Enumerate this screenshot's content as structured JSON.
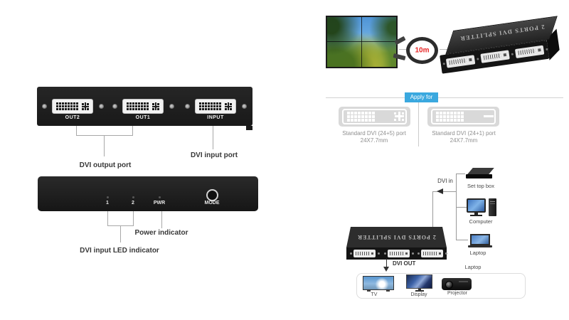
{
  "colors": {
    "accent_blue": "#3aa8df",
    "device_black": "#1e1e1e",
    "cable_red": "#e82323"
  },
  "rear_panel": {
    "ports": [
      {
        "label": "OUT2"
      },
      {
        "label": "OUT1"
      },
      {
        "label": "INPUT"
      }
    ],
    "output_annotation": "DVI output port",
    "input_annotation": "DVI input port"
  },
  "front_panel": {
    "leds": [
      {
        "label": "1"
      },
      {
        "label": "2"
      },
      {
        "label": "PWR"
      }
    ],
    "mode_button": "MODE",
    "led_annotation": "DVI input LED indicator",
    "power_annotation": "Power indicator"
  },
  "hero": {
    "cable_length": "10m",
    "device_name": "2 PORTS DVI SPLITTER"
  },
  "apply": {
    "badge": "Apply for",
    "cards": [
      {
        "title": "Standard DVI (24+5) port",
        "size": "24X7.7mm"
      },
      {
        "title": "Standard DVI (24+1) port",
        "size": "24X7.7mm"
      }
    ]
  },
  "diagram": {
    "device_name": "2 PORTS DVI SPLITTER",
    "dvi_in": "DVI in",
    "dvi_out": "DVI OUT",
    "sources": [
      {
        "label": "Set top box"
      },
      {
        "label": "Computer"
      },
      {
        "label": "Laptop"
      }
    ],
    "extra_label": "Laptop",
    "outputs": [
      {
        "label": "TV"
      },
      {
        "label": "Display"
      },
      {
        "label": "Projector"
      }
    ]
  }
}
